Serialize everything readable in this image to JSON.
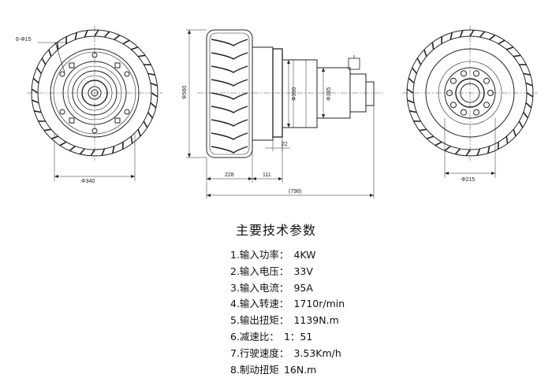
{
  "drawing": {
    "holes_label": "6-Φ15",
    "left_diameter": "Φ340",
    "height_diameter": "Φ560",
    "flange_diameter": "Φ300",
    "motor_diameter": "Φ385",
    "offset_small": "22",
    "width_tire": "228",
    "width_offset": "111",
    "total_length": "(798)",
    "right_diameter": "Φ215"
  },
  "title": "主要技术参数",
  "specs": [
    {
      "label": "1.输入功率：",
      "value": "4KW"
    },
    {
      "label": "2.输入电压：",
      "value": "33V"
    },
    {
      "label": "3.输入电流：",
      "value": "95A"
    },
    {
      "label": "4.输入转速：",
      "value": "1710r/min"
    },
    {
      "label": "5.输出扭矩：",
      "value": "1139N.m"
    },
    {
      "label": "6.减速比：",
      "value": "1：51"
    },
    {
      "label": "7.行驶速度：",
      "value": "3.53Km/h"
    },
    {
      "label": "8.制动扭矩",
      "value": "16N.m"
    }
  ]
}
